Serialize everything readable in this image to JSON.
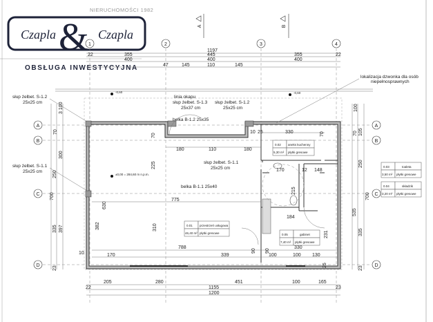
{
  "logo": {
    "tagline": "NIERUCHOMOŚCI 1982",
    "left": "Czapla",
    "amp": "&",
    "right": "Czapla",
    "subtitle": "OBSŁUGA INWESTYCYJNA"
  },
  "sections": [
    "A",
    "B"
  ],
  "axes_cols": [
    "1",
    "2",
    "3",
    "4"
  ],
  "axes_rows": [
    "A",
    "B",
    "C",
    "D"
  ],
  "top_dims": {
    "total": "1197",
    "row2": [
      "22",
      "355",
      "445",
      "355",
      "22"
    ],
    "row3": [
      "400",
      "400",
      "400"
    ],
    "row4": [
      "47",
      "145",
      "110",
      "145"
    ]
  },
  "bottom_dims": {
    "row1": [
      "205",
      "280",
      "451",
      "100",
      "165"
    ],
    "row2": [
      "22",
      "1155",
      "23"
    ],
    "total": "1200"
  },
  "left_dims": [
    "3 100",
    "70",
    "300",
    "250",
    "700",
    "335",
    "397",
    "23",
    "630",
    "382",
    "10"
  ],
  "right_dims": [
    "100",
    "105",
    "70",
    "250",
    "700",
    "535",
    "335",
    "23"
  ],
  "labels": {
    "col_s12_left": "słup żelbet. S-1.2",
    "col_s12_left_size": "25x25 cm",
    "col_s11": "słup żelbet. S-1.1",
    "col_s11_size": "25x25 cm",
    "eave": "linia okapu",
    "col_s13": "słup żelbet. S-1.3",
    "col_s13_size": "25x37 cm",
    "col_s12_right": "słup żelbet. S-1.2",
    "col_s12_right_size": "25x25 cm",
    "col_s11_mid": "słup żelbet. S-1.1",
    "col_s11_mid_size": "25x25 cm",
    "beam_b12": "belka B-1.2 25x35",
    "beam_b11": "belka B-1.1 25x40",
    "bell": "lokalizacja dzwonka dla osób",
    "bell2": "niepełnosprawnych",
    "level_out": "-0,60",
    "level_out2": "-0,60",
    "level_in": "±0,00 = 284,60 m n.p.m."
  },
  "interior_dims": [
    "70",
    "180",
    "110",
    "180",
    "10",
    "25",
    "330",
    "70",
    "225",
    "775",
    "170",
    "12",
    "148",
    "215",
    "788",
    "310",
    "170",
    "339",
    "100",
    "100",
    "130",
    "90",
    "90",
    "184",
    "231",
    "330",
    "25"
  ],
  "rooms": [
    {
      "no": "0.01",
      "name": "przestrzeń usługowa",
      "area": "46,40 m²",
      "floor": "płytki gresowe"
    },
    {
      "no": "0.02",
      "name": "aneks kuchenny",
      "area": "5,30 m²",
      "floor": "płytki gresowe"
    },
    {
      "no": "0.03",
      "name": "toaleta",
      "area": "3,50 m²",
      "floor": "płytki gresowe"
    },
    {
      "no": "0.04",
      "name": "składzik",
      "area": "3,20 m²",
      "floor": "płytki gresowe"
    },
    {
      "no": "0.05",
      "name": "gabinet",
      "area": "7,40 m²",
      "floor": "płytki gresowe"
    }
  ]
}
